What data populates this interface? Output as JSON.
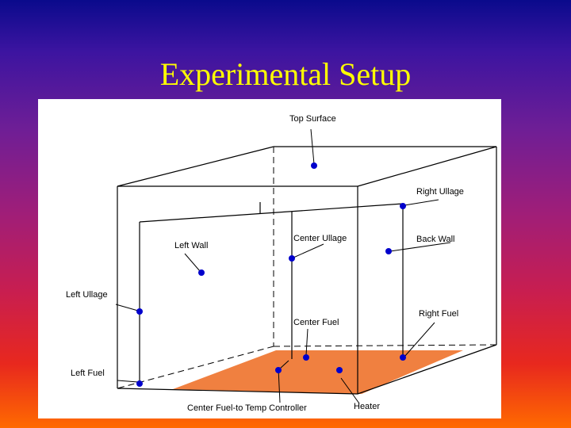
{
  "slide": {
    "title": "Experimental Setup"
  },
  "diagram": {
    "labels": {
      "top_surface": "Top Surface",
      "right_ullage": "Right Ullage",
      "left_wall": "Left Wall",
      "center_ullage": "Center Ullage",
      "back_wall": "Back Wall",
      "left_ullage": "Left Ullage",
      "center_fuel": "Center Fuel",
      "right_fuel": "Right Fuel",
      "left_fuel": "Left Fuel",
      "center_fuel_controller": "Center Fuel-to Temp Controller",
      "heater": "Heater"
    },
    "colors": {
      "sensor": "#0000cc",
      "heater": "#f08040",
      "title": "#ffff00"
    }
  }
}
